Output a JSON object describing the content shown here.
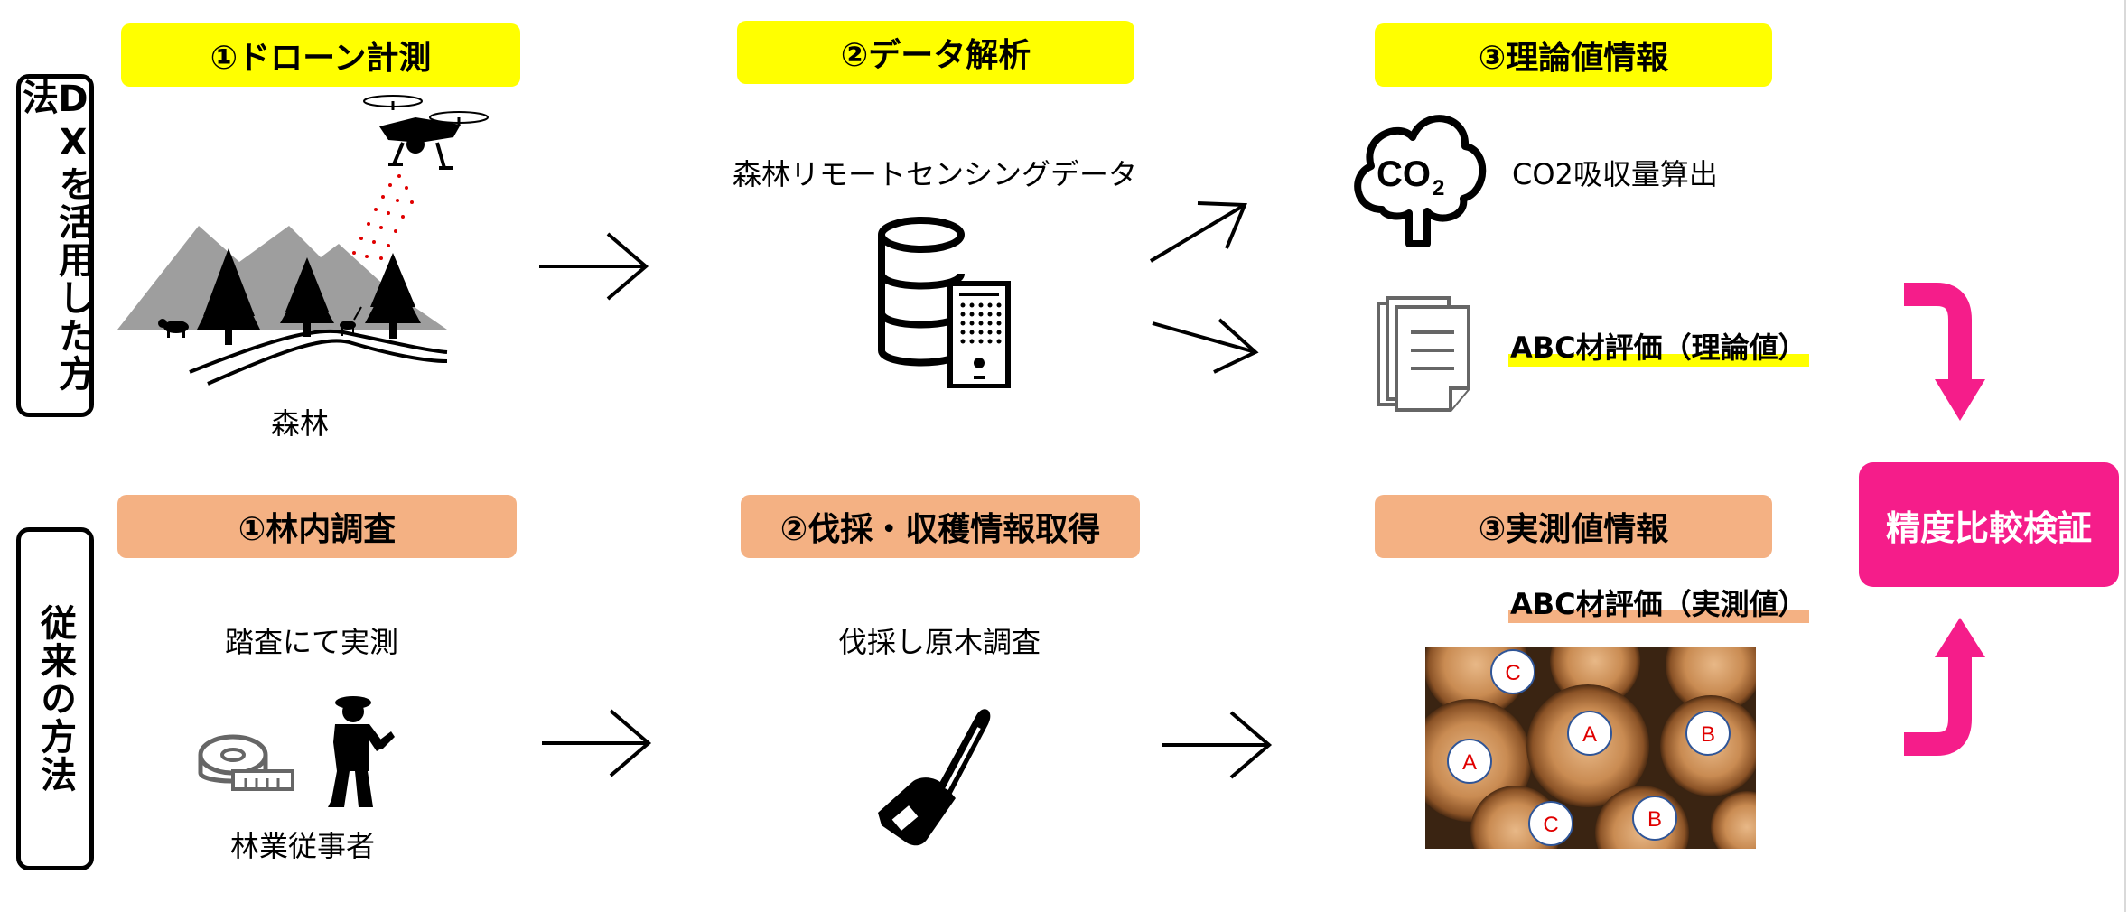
{
  "rows": {
    "dx": {
      "label": "DXを活用した方法"
    },
    "traditional": {
      "label": "従来の方法"
    }
  },
  "top": {
    "step1": {
      "header": "①ドローン計測",
      "caption": "森林"
    },
    "step2": {
      "header": "②データ解析",
      "caption": "森林リモートセンシングデータ"
    },
    "step3": {
      "header": "③理論値情報",
      "co2_icon_text": "CO",
      "co2_icon_sub": "2",
      "co2_caption": "CO2吸収量算出",
      "abc_caption": "ABC材評価（理論値）"
    }
  },
  "bottom": {
    "step1": {
      "header": "①林内調査",
      "caption_top": "踏査にて実測",
      "caption_bottom": "林業従事者"
    },
    "step2": {
      "header": "②伐採・収穫情報取得",
      "caption": "伐採し原木調査"
    },
    "step3": {
      "header": "③実測値情報",
      "abc_caption": "ABC材評価（実測値）",
      "log_badges": [
        "C",
        "A",
        "A",
        "B",
        "C",
        "B"
      ]
    }
  },
  "result": {
    "label": "精度比較検証"
  },
  "colors": {
    "yellow_header": "#ffff00",
    "orange_header": "#f4b183",
    "magenta": "#f51d8a",
    "drone_dots": "#e00000"
  },
  "icons": {
    "drone": "drone-icon",
    "forest": "forest-mountain-icon",
    "database": "database-server-icon",
    "co2": "co2-cloud-icon",
    "documents": "documents-icon",
    "tape": "tape-measure-icon",
    "worker": "forestry-worker-icon",
    "chainsaw": "chainsaw-icon",
    "logs": "log-pile-image"
  }
}
